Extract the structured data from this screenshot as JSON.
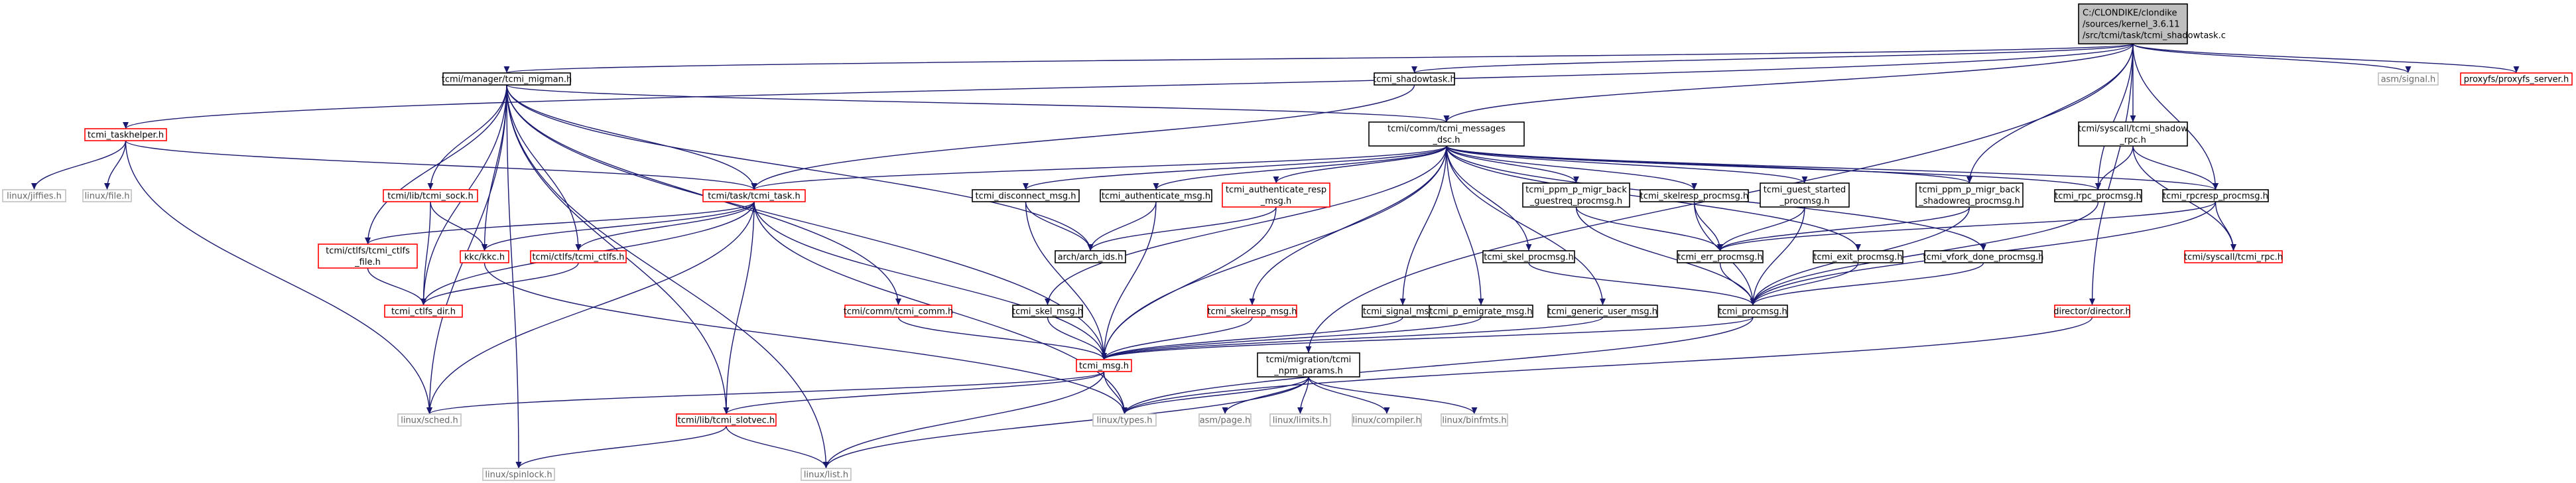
{
  "colors": {
    "edge": "#191970",
    "root_fill": "#bfbfbf",
    "documented_border": "#000000",
    "undocumented_border": "#ff0000",
    "system_border": "#bfbfbf",
    "system_text": "#666666"
  },
  "nodes": [
    {
      "id": "root",
      "lines": [
        "C:/CLONDIKE/clondike",
        "/sources/kernel_3.6.11",
        "/src/tcmi/task/tcmi_shadowtask.c"
      ],
      "style": "root"
    },
    {
      "id": "migman",
      "lines": [
        "tcmi/manager/tcmi_migman.h"
      ],
      "style": "doc"
    },
    {
      "id": "shadowtask_h",
      "lines": [
        "tcmi_shadowtask.h"
      ],
      "style": "doc"
    },
    {
      "id": "asm_signal",
      "lines": [
        "asm/signal.h"
      ],
      "style": "sys"
    },
    {
      "id": "proxyfs",
      "lines": [
        "proxyfs/proxyfs_server.h"
      ],
      "style": "red"
    },
    {
      "id": "taskhelper",
      "lines": [
        "tcmi_taskhelper.h"
      ],
      "style": "red"
    },
    {
      "id": "messages_dsc",
      "lines": [
        "tcmi/comm/tcmi_messages",
        "_dsc.h"
      ],
      "style": "doc"
    },
    {
      "id": "syscall_shadow",
      "lines": [
        "tcmi/syscall/tcmi_shadow",
        "_rpc.h"
      ],
      "style": "doc"
    },
    {
      "id": "jiffies",
      "lines": [
        "linux/jiffies.h"
      ],
      "style": "sys"
    },
    {
      "id": "linux_file",
      "lines": [
        "linux/file.h"
      ],
      "style": "sys"
    },
    {
      "id": "tcmi_sock",
      "lines": [
        "tcmi/lib/tcmi_sock.h"
      ],
      "style": "red"
    },
    {
      "id": "tcmi_task",
      "lines": [
        "tcmi/task/tcmi_task.h"
      ],
      "style": "red"
    },
    {
      "id": "disconnect",
      "lines": [
        "tcmi_disconnect_msg.h"
      ],
      "style": "doc"
    },
    {
      "id": "authenticate",
      "lines": [
        "tcmi_authenticate_msg.h"
      ],
      "style": "doc"
    },
    {
      "id": "auth_resp",
      "lines": [
        "tcmi_authenticate_resp",
        "_msg.h"
      ],
      "style": "red"
    },
    {
      "id": "ppm_guestreq",
      "lines": [
        "tcmi_ppm_p_migr_back",
        "_guestreq_procmsg.h"
      ],
      "style": "doc"
    },
    {
      "id": "skelresp_proc",
      "lines": [
        "tcmi_skelresp_procmsg.h"
      ],
      "style": "doc"
    },
    {
      "id": "guest_started",
      "lines": [
        "tcmi_guest_started",
        "_procmsg.h"
      ],
      "style": "doc"
    },
    {
      "id": "ppm_shadowreq",
      "lines": [
        "tcmi_ppm_p_migr_back",
        "_shadowreq_procmsg.h"
      ],
      "style": "doc"
    },
    {
      "id": "rpc_procmsg",
      "lines": [
        "tcmi_rpc_procmsg.h"
      ],
      "style": "doc"
    },
    {
      "id": "rpcresp",
      "lines": [
        "tcmi_rpcresp_procmsg.h"
      ],
      "style": "doc"
    },
    {
      "id": "ctlfs_file",
      "lines": [
        "tcmi/ctlfs/tcmi_ctlfs",
        "_file.h"
      ],
      "style": "red"
    },
    {
      "id": "kkc",
      "lines": [
        "kkc/kkc.h"
      ],
      "style": "red"
    },
    {
      "id": "ctlfs",
      "lines": [
        "tcmi/ctlfs/tcmi_ctlfs.h"
      ],
      "style": "red"
    },
    {
      "id": "arch_ids",
      "lines": [
        "arch/arch_ids.h"
      ],
      "style": "doc"
    },
    {
      "id": "skel_proc",
      "lines": [
        "tcmi_skel_procmsg.h"
      ],
      "style": "doc"
    },
    {
      "id": "err_proc",
      "lines": [
        "tcmi_err_procmsg.h"
      ],
      "style": "doc"
    },
    {
      "id": "exit_proc",
      "lines": [
        "tcmi_exit_procmsg.h"
      ],
      "style": "doc"
    },
    {
      "id": "vfork",
      "lines": [
        "tcmi_vfork_done_procmsg.h"
      ],
      "style": "doc"
    },
    {
      "id": "syscall_rpc",
      "lines": [
        "tcmi/syscall/tcmi_rpc.h"
      ],
      "style": "red"
    },
    {
      "id": "ctlfs_dir",
      "lines": [
        "tcmi_ctlfs_dir.h"
      ],
      "style": "red"
    },
    {
      "id": "tcmi_comm",
      "lines": [
        "tcmi/comm/tcmi_comm.h"
      ],
      "style": "red"
    },
    {
      "id": "skel_msg",
      "lines": [
        "tcmi_skel_msg.h"
      ],
      "style": "doc"
    },
    {
      "id": "skelresp_msg",
      "lines": [
        "tcmi_skelresp_msg.h"
      ],
      "style": "red"
    },
    {
      "id": "signal_msg",
      "lines": [
        "tcmi_signal_msg.h"
      ],
      "style": "doc"
    },
    {
      "id": "p_emigrate",
      "lines": [
        "tcmi_p_emigrate_msg.h"
      ],
      "style": "doc"
    },
    {
      "id": "generic_user",
      "lines": [
        "tcmi_generic_user_msg.h"
      ],
      "style": "doc"
    },
    {
      "id": "procmsg",
      "lines": [
        "tcmi_procmsg.h"
      ],
      "style": "doc"
    },
    {
      "id": "director",
      "lines": [
        "director/director.h"
      ],
      "style": "red"
    },
    {
      "id": "tcmi_msg",
      "lines": [
        "tcmi_msg.h"
      ],
      "style": "red"
    },
    {
      "id": "npm_params",
      "lines": [
        "tcmi/migration/tcmi",
        "_npm_params.h"
      ],
      "style": "doc"
    },
    {
      "id": "sched",
      "lines": [
        "linux/sched.h"
      ],
      "style": "sys"
    },
    {
      "id": "slotvec",
      "lines": [
        "tcmi/lib/tcmi_slotvec.h"
      ],
      "style": "red"
    },
    {
      "id": "types",
      "lines": [
        "linux/types.h"
      ],
      "style": "sys"
    },
    {
      "id": "asm_page",
      "lines": [
        "asm/page.h"
      ],
      "style": "sys"
    },
    {
      "id": "limits",
      "lines": [
        "linux/limits.h"
      ],
      "style": "sys"
    },
    {
      "id": "compiler",
      "lines": [
        "linux/compiler.h"
      ],
      "style": "sys"
    },
    {
      "id": "binfmts",
      "lines": [
        "linux/binfmts.h"
      ],
      "style": "sys"
    },
    {
      "id": "spinlock",
      "lines": [
        "linux/spinlock.h"
      ],
      "style": "sys"
    },
    {
      "id": "list",
      "lines": [
        "linux/list.h"
      ],
      "style": "sys"
    }
  ],
  "edges": [
    [
      "root",
      "migman"
    ],
    [
      "root",
      "shadowtask_h"
    ],
    [
      "root",
      "asm_signal"
    ],
    [
      "root",
      "proxyfs"
    ],
    [
      "root",
      "taskhelper"
    ],
    [
      "root",
      "messages_dsc"
    ],
    [
      "root",
      "syscall_shadow"
    ],
    [
      "root",
      "rpc_procmsg"
    ],
    [
      "root",
      "rpcresp"
    ],
    [
      "root",
      "ppm_shadowreq"
    ],
    [
      "root",
      "director"
    ],
    [
      "root",
      "npm_params"
    ],
    [
      "migman",
      "messages_dsc"
    ],
    [
      "migman",
      "tcmi_sock"
    ],
    [
      "migman",
      "tcmi_task"
    ],
    [
      "migman",
      "kkc"
    ],
    [
      "migman",
      "ctlfs"
    ],
    [
      "migman",
      "ctlfs_file"
    ],
    [
      "migman",
      "ctlfs_dir"
    ],
    [
      "migman",
      "tcmi_comm"
    ],
    [
      "migman",
      "sched"
    ],
    [
      "migman",
      "slotvec"
    ],
    [
      "migman",
      "list"
    ],
    [
      "migman",
      "arch_ids"
    ],
    [
      "migman",
      "spinlock"
    ],
    [
      "migman",
      "tcmi_msg"
    ],
    [
      "shadowtask_h",
      "tcmi_task"
    ],
    [
      "taskhelper",
      "jiffies"
    ],
    [
      "taskhelper",
      "linux_file"
    ],
    [
      "taskhelper",
      "tcmi_task"
    ],
    [
      "taskhelper",
      "sched"
    ],
    [
      "messages_dsc",
      "tcmi_task"
    ],
    [
      "messages_dsc",
      "disconnect"
    ],
    [
      "messages_dsc",
      "authenticate"
    ],
    [
      "messages_dsc",
      "auth_resp"
    ],
    [
      "messages_dsc",
      "ppm_guestreq"
    ],
    [
      "messages_dsc",
      "skelresp_proc"
    ],
    [
      "messages_dsc",
      "guest_started"
    ],
    [
      "messages_dsc",
      "ppm_shadowreq"
    ],
    [
      "messages_dsc",
      "rpc_procmsg"
    ],
    [
      "messages_dsc",
      "rpcresp"
    ],
    [
      "messages_dsc",
      "skel_proc"
    ],
    [
      "messages_dsc",
      "exit_proc"
    ],
    [
      "messages_dsc",
      "vfork"
    ],
    [
      "messages_dsc",
      "skel_msg"
    ],
    [
      "messages_dsc",
      "skelresp_msg"
    ],
    [
      "messages_dsc",
      "signal_msg"
    ],
    [
      "messages_dsc",
      "p_emigrate"
    ],
    [
      "messages_dsc",
      "generic_user"
    ],
    [
      "messages_dsc",
      "tcmi_msg"
    ],
    [
      "syscall_shadow",
      "rpc_procmsg"
    ],
    [
      "syscall_shadow",
      "rpcresp"
    ],
    [
      "syscall_shadow",
      "syscall_rpc"
    ],
    [
      "tcmi_sock",
      "kkc"
    ],
    [
      "tcmi_sock",
      "ctlfs_dir"
    ],
    [
      "tcmi_task",
      "ctlfs_file"
    ],
    [
      "tcmi_task",
      "kkc"
    ],
    [
      "tcmi_task",
      "ctlfs"
    ],
    [
      "tcmi_task",
      "ctlfs_dir"
    ],
    [
      "tcmi_task",
      "tcmi_msg"
    ],
    [
      "tcmi_task",
      "sched"
    ],
    [
      "tcmi_task",
      "slotvec"
    ],
    [
      "tcmi_task",
      "types"
    ],
    [
      "disconnect",
      "arch_ids"
    ],
    [
      "disconnect",
      "tcmi_msg"
    ],
    [
      "authenticate",
      "arch_ids"
    ],
    [
      "authenticate",
      "tcmi_msg"
    ],
    [
      "auth_resp",
      "arch_ids"
    ],
    [
      "auth_resp",
      "tcmi_msg"
    ],
    [
      "ppm_guestreq",
      "err_proc"
    ],
    [
      "ppm_guestreq",
      "procmsg"
    ],
    [
      "skelresp_proc",
      "err_proc"
    ],
    [
      "skelresp_proc",
      "procmsg"
    ],
    [
      "guest_started",
      "err_proc"
    ],
    [
      "guest_started",
      "procmsg"
    ],
    [
      "ppm_shadowreq",
      "err_proc"
    ],
    [
      "ppm_shadowreq",
      "procmsg"
    ],
    [
      "rpc_procmsg",
      "procmsg"
    ],
    [
      "rpcresp",
      "err_proc"
    ],
    [
      "rpcresp",
      "syscall_rpc"
    ],
    [
      "rpcresp",
      "procmsg"
    ],
    [
      "ctlfs_file",
      "ctlfs_dir"
    ],
    [
      "ctlfs",
      "ctlfs_dir"
    ],
    [
      "kkc",
      "types"
    ],
    [
      "skel_proc",
      "procmsg"
    ],
    [
      "err_proc",
      "procmsg"
    ],
    [
      "exit_proc",
      "procmsg"
    ],
    [
      "vfork",
      "procmsg"
    ],
    [
      "tcmi_comm",
      "tcmi_msg"
    ],
    [
      "skel_msg",
      "tcmi_msg"
    ],
    [
      "skelresp_msg",
      "tcmi_msg"
    ],
    [
      "signal_msg",
      "tcmi_msg"
    ],
    [
      "p_emigrate",
      "tcmi_msg"
    ],
    [
      "generic_user",
      "tcmi_msg"
    ],
    [
      "procmsg",
      "tcmi_msg"
    ],
    [
      "procmsg",
      "types"
    ],
    [
      "director",
      "types"
    ],
    [
      "tcmi_msg",
      "sched"
    ],
    [
      "tcmi_msg",
      "slotvec"
    ],
    [
      "tcmi_msg",
      "types"
    ],
    [
      "tcmi_msg",
      "list"
    ],
    [
      "npm_params",
      "types"
    ],
    [
      "npm_params",
      "asm_page"
    ],
    [
      "npm_params",
      "limits"
    ],
    [
      "npm_params",
      "compiler"
    ],
    [
      "npm_params",
      "binfmts"
    ],
    [
      "npm_params",
      "list"
    ],
    [
      "slotvec",
      "spinlock"
    ],
    [
      "slotvec",
      "list"
    ]
  ]
}
